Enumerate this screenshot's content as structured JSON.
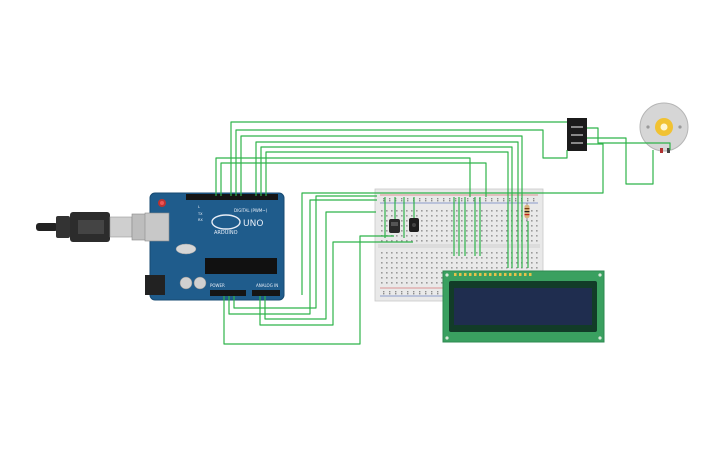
{
  "arduino": {
    "brand": "ARDUINO",
    "model": "UNO",
    "digital_header_label": "DIGITAL (PWM~)",
    "power_label": "POWER",
    "analog_label": "ANALOG IN",
    "tx_label": "TX",
    "rx_label": "RX",
    "l_label": "L",
    "board_color": "#1f5c8c"
  },
  "breadboard": {
    "color": "#e9e9e9"
  },
  "lcd": {
    "board_color": "#3aa060",
    "screen_color": "#1f2d4f"
  },
  "wire_color": "#2fb34a",
  "icons": {
    "usb": "usb-cable-icon",
    "motor": "dc-motor-icon",
    "driver": "motor-driver-icon",
    "sensor": "temperature-sensor-icon",
    "resistor": "resistor-icon"
  }
}
